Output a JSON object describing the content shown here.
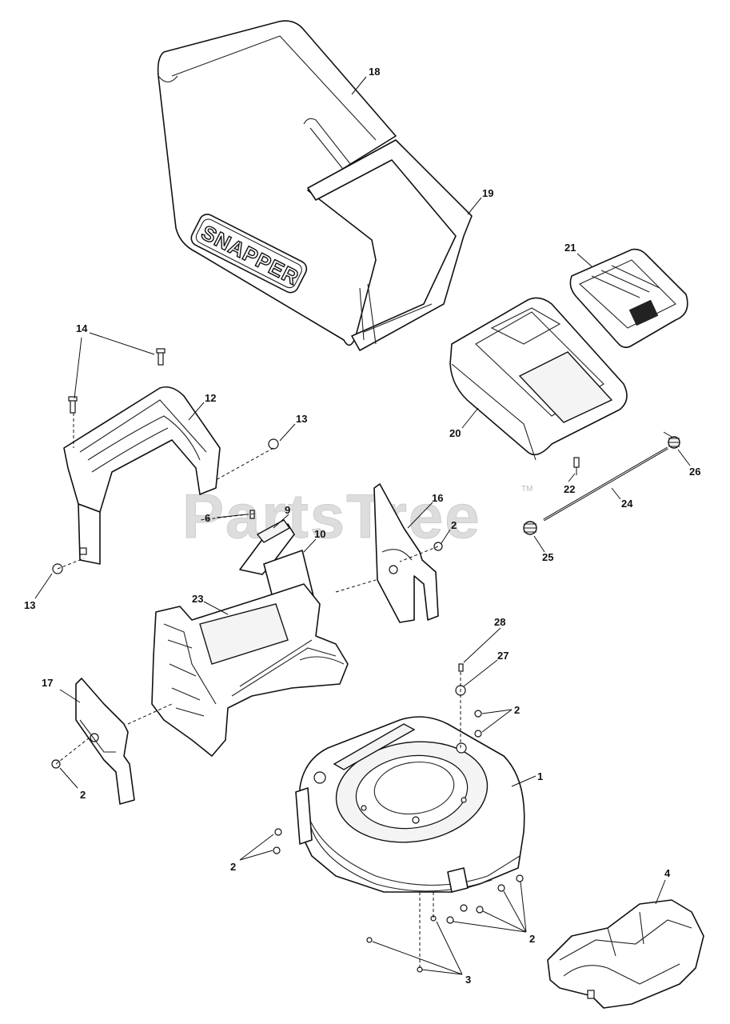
{
  "watermark": {
    "text": "PartsTree",
    "tm": "TM"
  },
  "logo": {
    "text": "SNAPPER"
  },
  "callouts": {
    "c1": "1",
    "c2a": "2",
    "c2b": "2",
    "c2c": "2",
    "c2d": "2",
    "c2e": "2",
    "c3": "3",
    "c4": "4",
    "c6": "6",
    "c9": "9",
    "c10": "10",
    "c12": "12",
    "c13a": "13",
    "c13b": "13",
    "c14": "14",
    "c16": "16",
    "c17": "17",
    "c18": "18",
    "c19": "19",
    "c20": "20",
    "c21": "21",
    "c22": "22",
    "c23": "23",
    "c24": "24",
    "c25": "25",
    "c26": "26",
    "c27": "27",
    "c28": "28"
  }
}
